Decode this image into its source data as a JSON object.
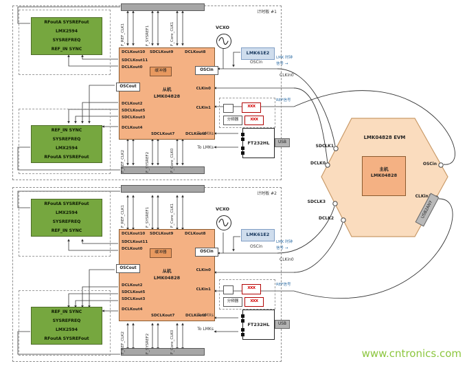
{
  "watermark": "www.cntronics.com",
  "hexagon": {
    "title": "LMK04828 EVM",
    "chip": {
      "line1": "主机",
      "line2": "LMK04828"
    },
    "pins": {
      "sdclk1": "SDCLK1",
      "dclk0": "DCLK0",
      "sdclk3": "SDCLK3",
      "dclk2": "DCLK2",
      "oscin": "OSCin",
      "clkin1": "CLKin1"
    },
    "usb_label": "USB2ANY"
  },
  "boards": [
    {
      "label": "计时板 #1",
      "lmx_top": {
        "l1": "RFoutA  SYSREFout",
        "l2": "LMX2594",
        "l3": "SYSREFREQ",
        "l4": "REF_IN  SYNC"
      },
      "lmx_bottom": {
        "l1": "REF_IN  SYNC",
        "l2": "SYSREFREQ",
        "l3": "LMX2594",
        "l4": "RFoutA  SYSREFout"
      },
      "traces_top": {
        "t1": "F_REF_CLK1",
        "t2": "F_SYSREF1",
        "t3": "F_Core_CLK1"
      },
      "traces_bottom": {
        "t1": "F_REF_CLK2",
        "t2": "F_SYSREF2",
        "t3": "F_Core_CLK0"
      },
      "chip": {
        "top1": "DCLKout10",
        "top2": "SDCLKout9",
        "top3": "DCLKout8",
        "lu1": "SDCLKout11",
        "lu2": "DCLKout0",
        "oscout": "OSCout",
        "ll1": "DCLKout2",
        "ll2": "SDCLKout5",
        "ll3": "SDCLKout3",
        "ll4": "DCLKout4",
        "b1": "SDCLKout7",
        "b2": "DCLKout6",
        "r1": "OSCin",
        "r2": "CLKin0",
        "r3": "CLKin1",
        "buffer": "缓冲器",
        "name1": "从机",
        "name2": "LMK04828"
      },
      "vcxo": "VCXO",
      "lmk61e2": "LMK61E2",
      "right_labels": {
        "oscin": "OSCin",
        "lmk1": "LMK 时钟",
        "lmk2": "信号 →",
        "clkin0": "CLKin0",
        "ref": "REF信号"
      },
      "divider": {
        "label": "分频器",
        "marker_a": "XXX",
        "marker_b": "XXX"
      },
      "ft": {
        "label": "FT232HL",
        "usb": "USB",
        "to_lmxs": "To LMXs",
        "to_lmks": "To LMKs"
      }
    },
    {
      "label": "计时板 #2",
      "lmx_top": {
        "l1": "RFoutA  SYSREFout",
        "l2": "LMX2594",
        "l3": "SYSREFREQ",
        "l4": "REF_IN  SYNC"
      },
      "lmx_bottom": {
        "l1": "REF_IN  SYNC",
        "l2": "SYSREFREQ",
        "l3": "LMX2594",
        "l4": "RFoutA  SYSREFout"
      },
      "traces_top": {
        "t1": "F_REF_CLK1",
        "t2": "F_SYSREF1",
        "t3": "F_Core_CLK1"
      },
      "traces_bottom": {
        "t1": "F_REF_CLK2",
        "t2": "F_SYSREF2",
        "t3": "F_Core_CLK0"
      },
      "chip": {
        "top1": "DCLKout10",
        "top2": "SDCLKout9",
        "top3": "DCLKout8",
        "lu1": "SDCLKout11",
        "lu2": "DCLKout0",
        "oscout": "OSCout",
        "ll1": "DCLKout2",
        "ll2": "SDCLKout5",
        "ll3": "SDCLKout3",
        "ll4": "DCLKout4",
        "b1": "SDCLKout7",
        "b2": "DCLKout6",
        "r1": "OSCin",
        "r2": "CLKin0",
        "r3": "CLKin1",
        "buffer": "缓冲器",
        "name1": "从机",
        "name2": "LMK04828"
      },
      "vcxo": "VCXO",
      "lmk61e2": "LMK61E2",
      "right_labels": {
        "oscin": "OSCin",
        "lmk1": "LMK 时钟",
        "lmk2": "信号 →",
        "clkin0": "CLKin0",
        "ref": "REF信号"
      },
      "divider": {
        "label": "分频器",
        "marker_a": "XXX",
        "marker_b": "XXX"
      },
      "ft": {
        "label": "FT232HL",
        "usb": "USB",
        "to_lmxs": "To LMXs",
        "to_lmks": "To LMKs"
      }
    }
  ]
}
